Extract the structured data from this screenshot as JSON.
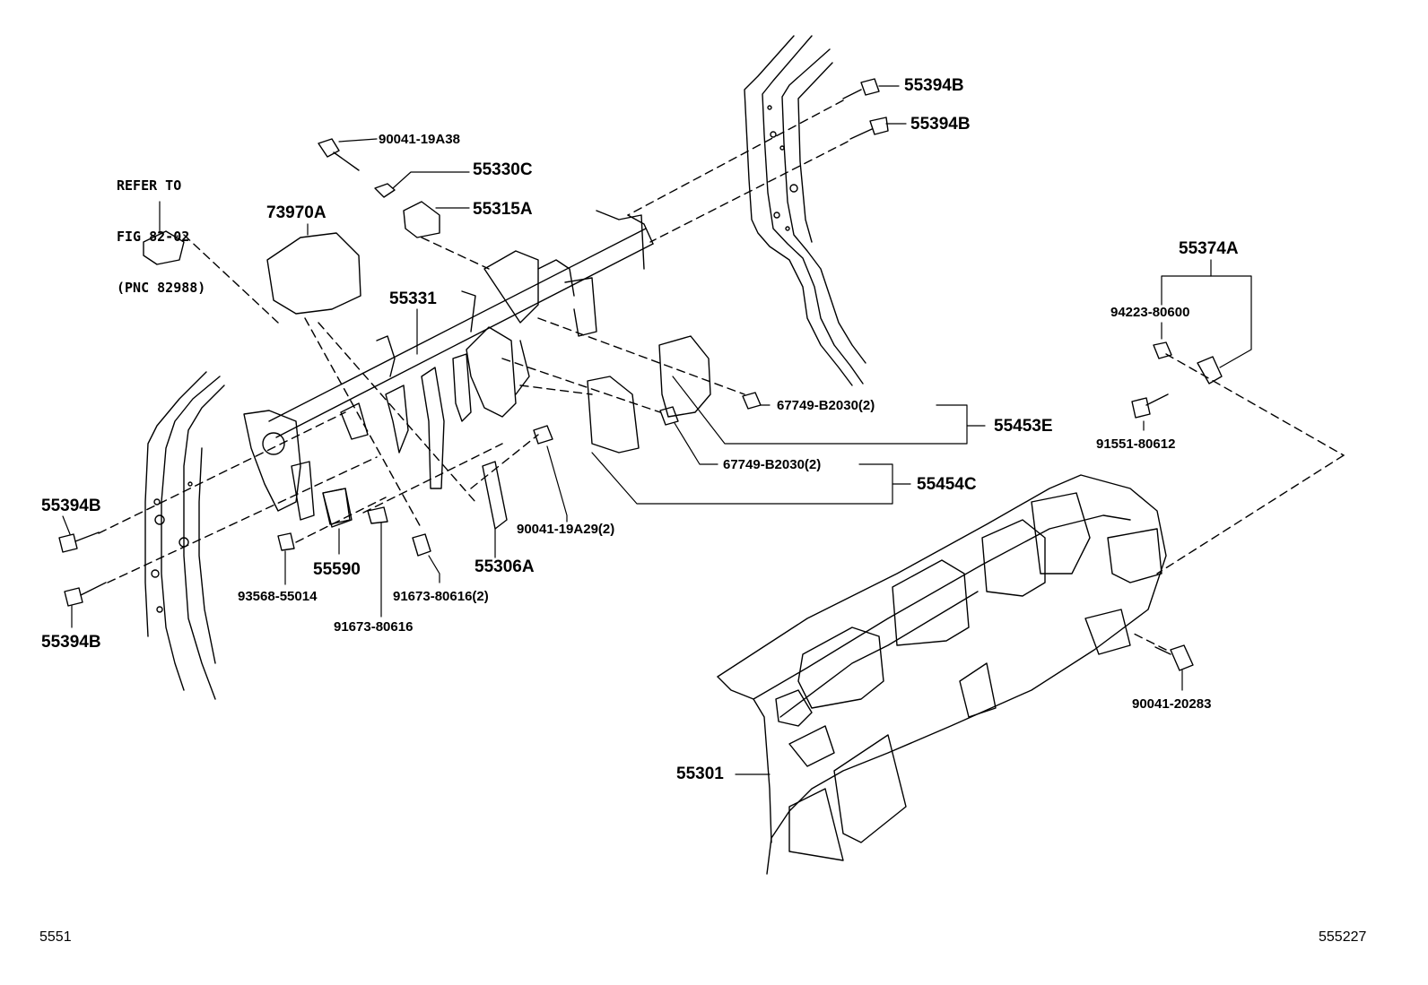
{
  "diagram": {
    "refer_note": [
      "REFER TO",
      "FIG 82-02",
      "(PNC 82988)"
    ],
    "labels": {
      "p55394b_top1": "55394B",
      "p55394b_top2": "55394B",
      "p90041_19a38": "90041-19A38",
      "p55330c": "55330C",
      "p55315a": "55315A",
      "p73970a": "73970A",
      "p55331": "55331",
      "p55374a": "55374A",
      "p94223_80600": "94223-80600",
      "p91551_80612": "91551-80612",
      "p67749_1": "67749-B2030(2)",
      "p67749_2": "67749-B2030(2)",
      "p55453e": "55453E",
      "p55454c": "55454C",
      "p90041_19a29": "90041-19A29(2)",
      "p55394b_left1": "55394B",
      "p55394b_left2": "55394B",
      "p55590": "55590",
      "p55306a": "55306A",
      "p93568_55014": "93568-55014",
      "p91673_80616_2": "91673-80616(2)",
      "p91673_80616": "91673-80616",
      "p90041_20283": "90041-20283",
      "p55301": "55301"
    },
    "footer_left": "5551",
    "footer_right": "555227"
  }
}
